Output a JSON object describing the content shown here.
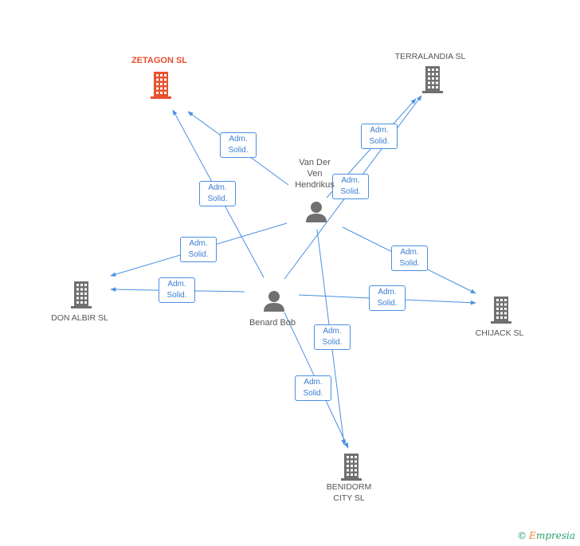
{
  "nodes": [
    {
      "id": "zetagon",
      "type": "company",
      "label": "ZETAGON SL",
      "highlight": true
    },
    {
      "id": "terralandia",
      "type": "company",
      "label": "TERRALANDIA SL"
    },
    {
      "id": "vanderven",
      "type": "person",
      "label": "Van Der\nVen\nHendrikus"
    },
    {
      "id": "donalbir",
      "type": "company",
      "label": "DON ALBIR SL"
    },
    {
      "id": "benard",
      "type": "person",
      "label": "Benard Bob"
    },
    {
      "id": "chijack",
      "type": "company",
      "label": "CHIJACK SL"
    },
    {
      "id": "benidorm",
      "type": "company",
      "label": "BENIDORM\nCITY SL"
    }
  ],
  "edges": [
    {
      "from": "vanderven",
      "to": "zetagon",
      "label": "Adm.\nSolid."
    },
    {
      "from": "benard",
      "to": "zetagon",
      "label": "Adm.\nSolid."
    },
    {
      "from": "vanderven",
      "to": "terralandia",
      "label": "Adm.\nSolid."
    },
    {
      "from": "benard",
      "to": "terralandia",
      "label": "Adm.\nSolid."
    },
    {
      "from": "vanderven",
      "to": "donalbir",
      "label": "Adm.\nSolid."
    },
    {
      "from": "benard",
      "to": "donalbir",
      "label": "Adm.\nSolid."
    },
    {
      "from": "vanderven",
      "to": "chijack",
      "label": "Adm.\nSolid."
    },
    {
      "from": "benard",
      "to": "chijack",
      "label": "Adm.\nSolid."
    },
    {
      "from": "vanderven",
      "to": "benidorm",
      "label": "Adm.\nSolid."
    },
    {
      "from": "benard",
      "to": "benidorm",
      "label": "Adm.\nSolid."
    }
  ],
  "colors": {
    "edge": "#4a90e2",
    "company": "#707070",
    "highlight": "#e8502e",
    "person": "#707070"
  },
  "footer": {
    "copyright_symbol": "©",
    "brand_initial": "E",
    "brand_rest": "mpresia"
  }
}
